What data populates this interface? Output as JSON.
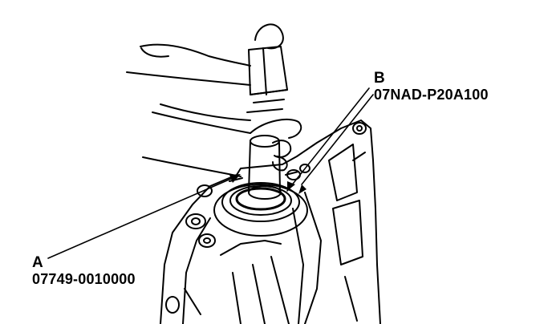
{
  "callouts": {
    "a": {
      "letter": "A",
      "part_number": "07749-0010000"
    },
    "b": {
      "letter": "B",
      "part_number": "07NAD-P20A100"
    }
  },
  "colors": {
    "ink": "#000000",
    "paper": "#ffffff"
  },
  "icons": [
    "hammer-icon",
    "hand-icon",
    "driver-tool-icon",
    "attachment-tool-icon",
    "transmission-housing-icon"
  ]
}
